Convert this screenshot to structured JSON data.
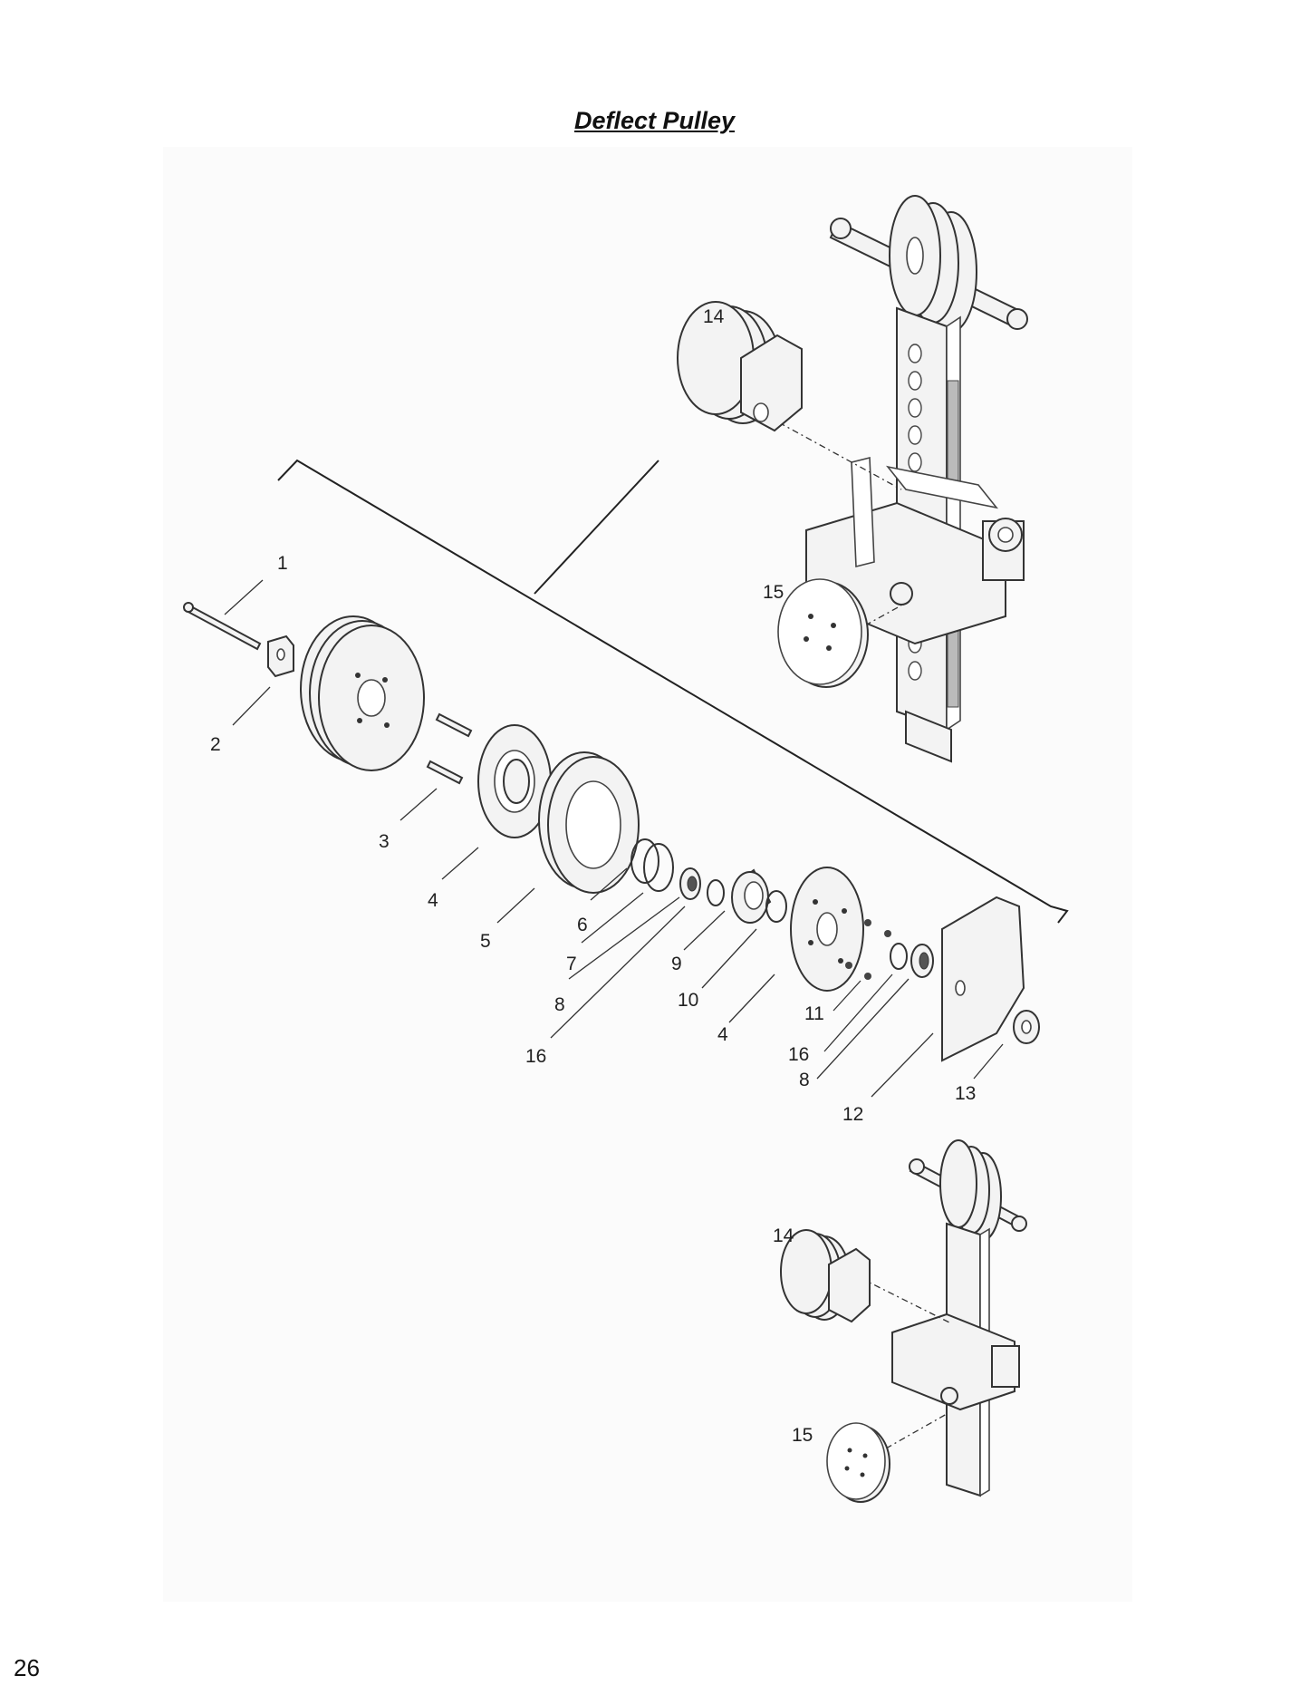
{
  "title": "Deflect Pulley",
  "page_number": "26",
  "callouts": [
    "1",
    "2",
    "3",
    "4",
    "5",
    "6",
    "7",
    "8",
    "9",
    "10",
    "16",
    "4",
    "11",
    "16",
    "8",
    "12",
    "13",
    "14",
    "15",
    "14",
    "15"
  ]
}
